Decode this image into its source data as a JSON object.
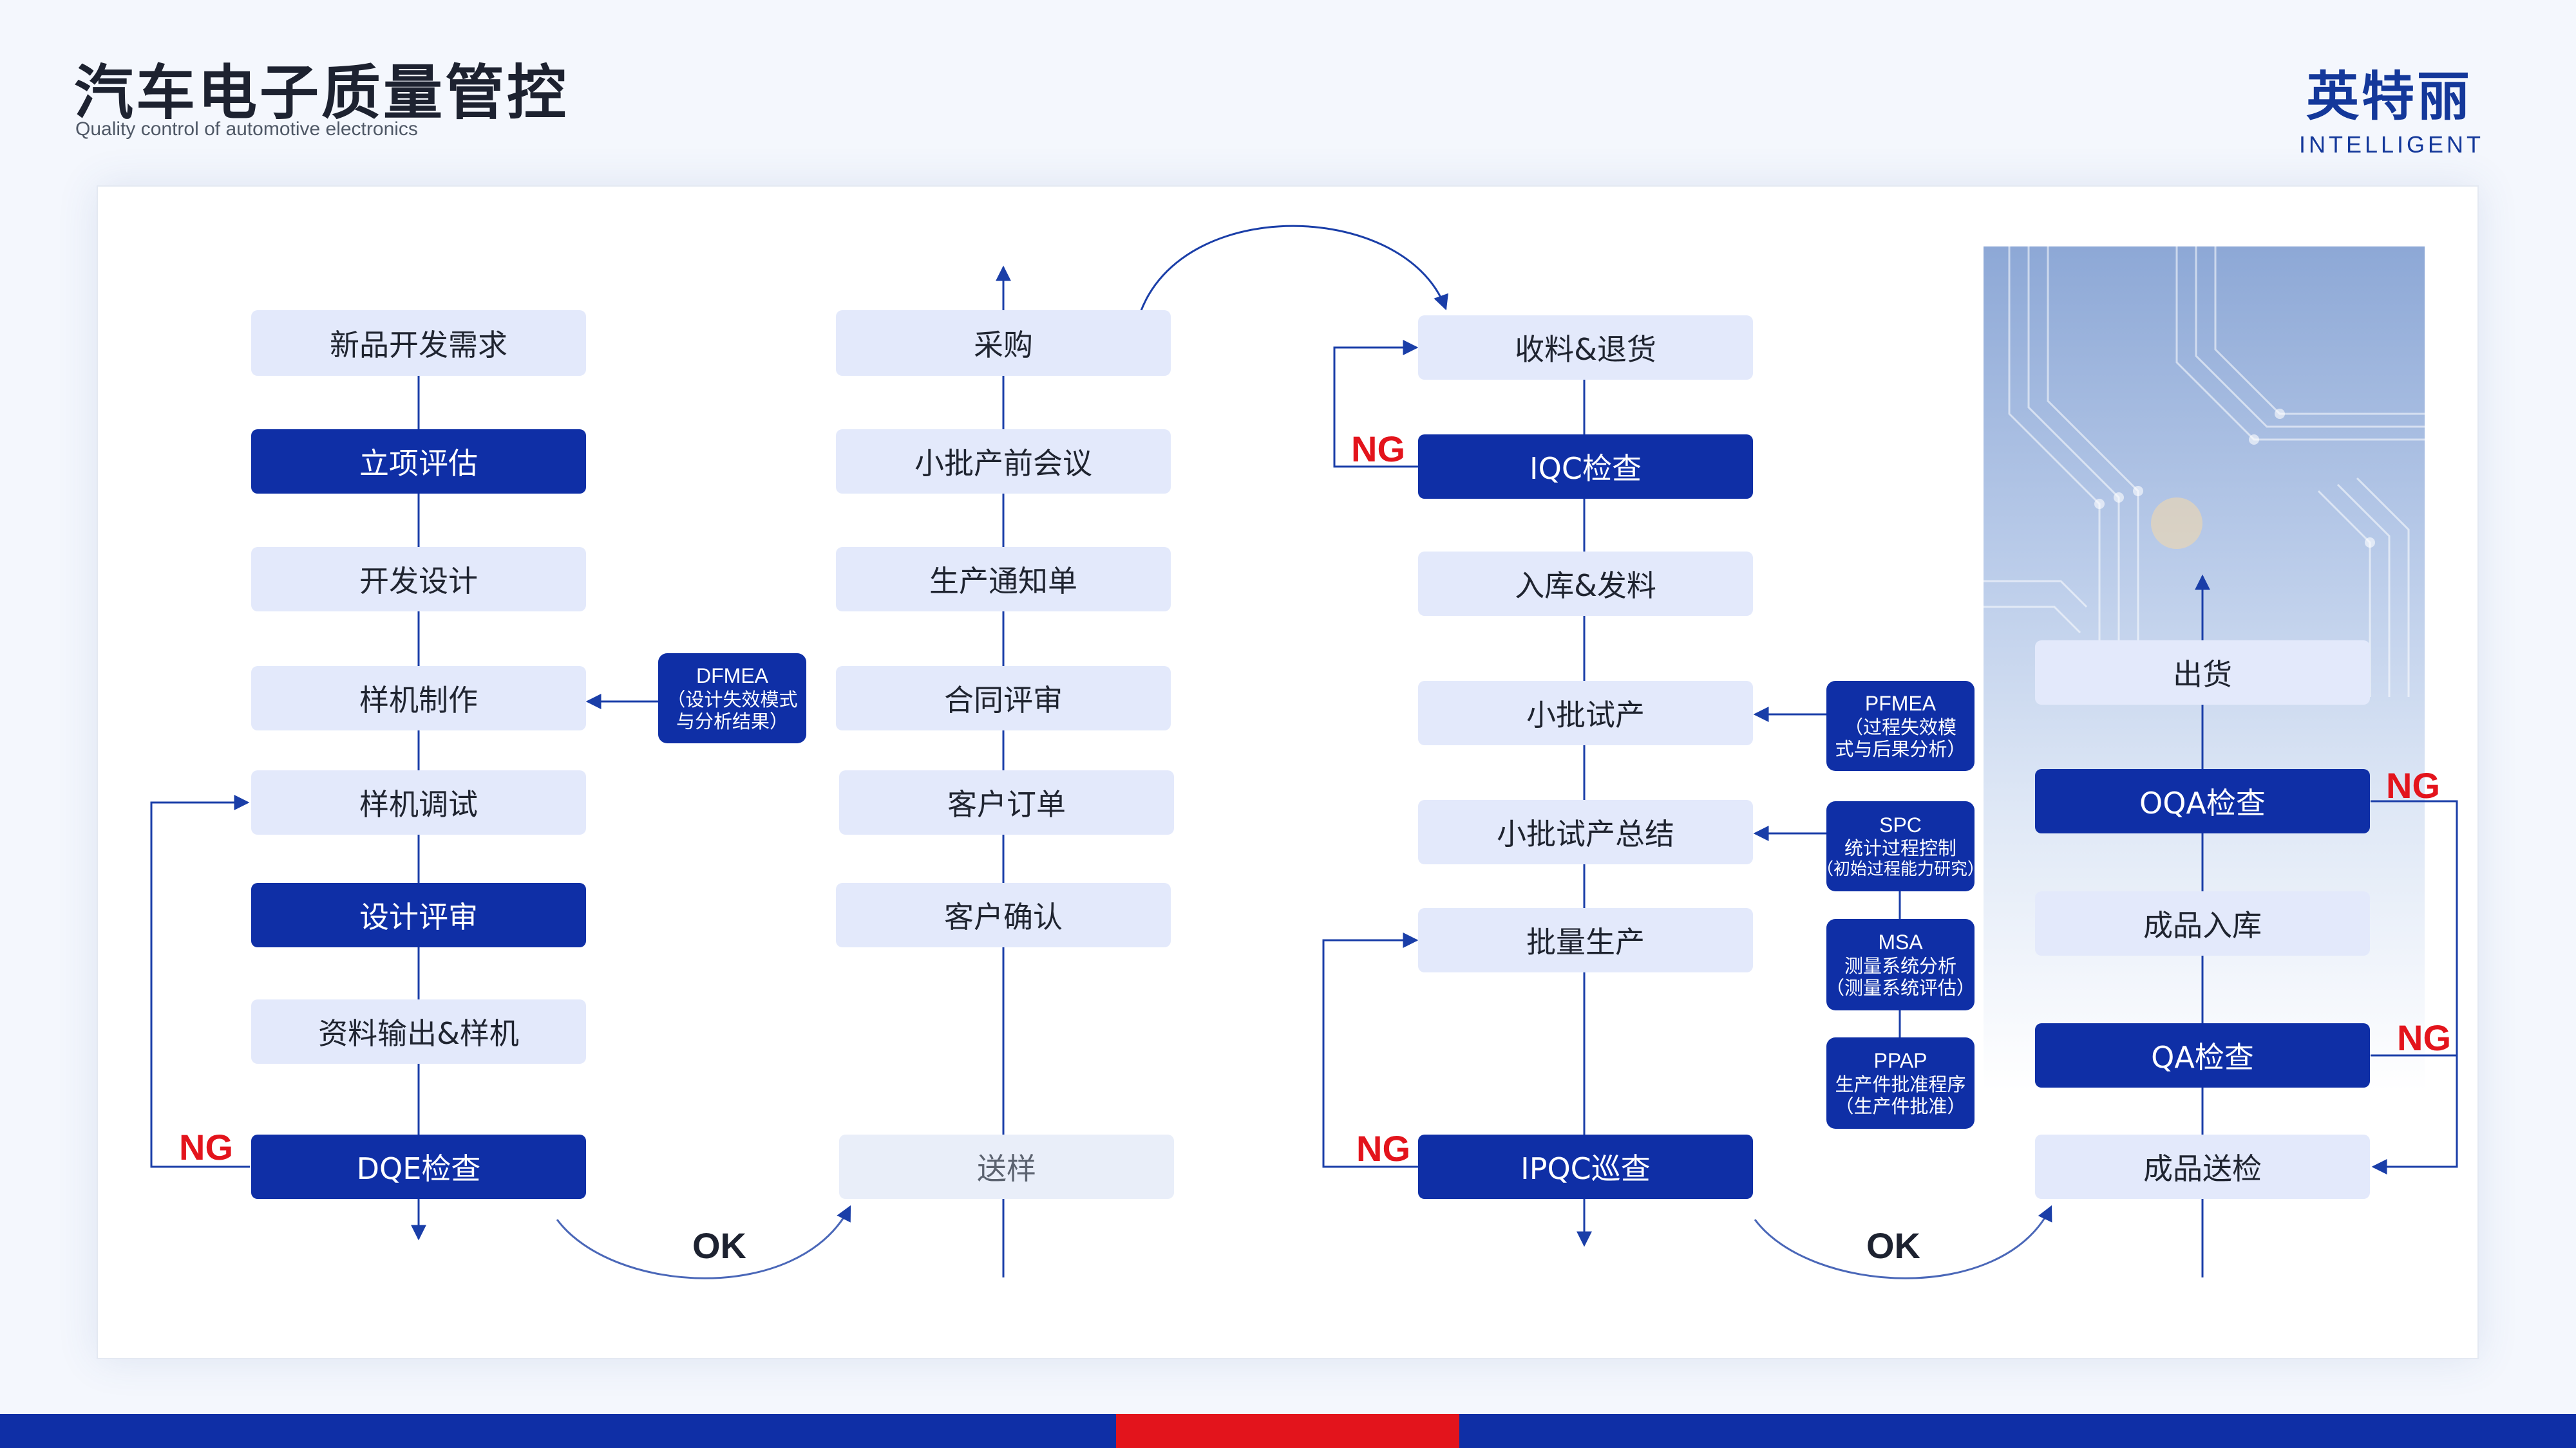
{
  "header": {
    "title": "汽车电子质量管控",
    "subtitle": "Quality control of automotive electronics",
    "logo_cn": "英特丽",
    "logo_en": "INTELLIGENT"
  },
  "colors": {
    "primary_blue": "#0f2fa6",
    "light_box": "#e3e9fb",
    "ng_red": "#e3141c",
    "bar_red": "#e3141c"
  },
  "column1": {
    "steps": [
      "新品开发需求",
      "立项评估",
      "开发设计",
      "样机制作",
      "样机调试",
      "设计评审",
      "资料输出&样机",
      "DQE检查"
    ]
  },
  "column2": {
    "steps": [
      "采购",
      "小批产前会议",
      "生产通知单",
      "合同评审",
      "客户订单",
      "客户确认",
      "送样"
    ]
  },
  "column3": {
    "steps": [
      "收料&退货",
      "IQC检查",
      "入库&发料",
      "小批试产",
      "小批试产总结",
      "批量生产",
      "IPQC巡查"
    ]
  },
  "column4": {
    "steps": [
      "出货",
      "OQA检查",
      "成品入库",
      "QA检查",
      "成品送检"
    ]
  },
  "notes": {
    "dfmea": {
      "title": "DFMEA",
      "l1": "（设计失效模式",
      "l2": "与分析结果）"
    },
    "pfmea": {
      "title": "PFMEA",
      "l1": "（过程失效模",
      "l2": "式与后果分析）"
    },
    "spc": {
      "title": "SPC",
      "l1": "统计过程控制",
      "l2": "（初始过程能力研究）"
    },
    "msa": {
      "title": "MSA",
      "l1": "测量系统分析",
      "l2": "（测量系统评估）"
    },
    "ppap": {
      "title": "PPAP",
      "l1": "生产件批准程序",
      "l2": "（生产件批准）"
    }
  },
  "labels": {
    "ng": "NG",
    "ok": "OK"
  }
}
